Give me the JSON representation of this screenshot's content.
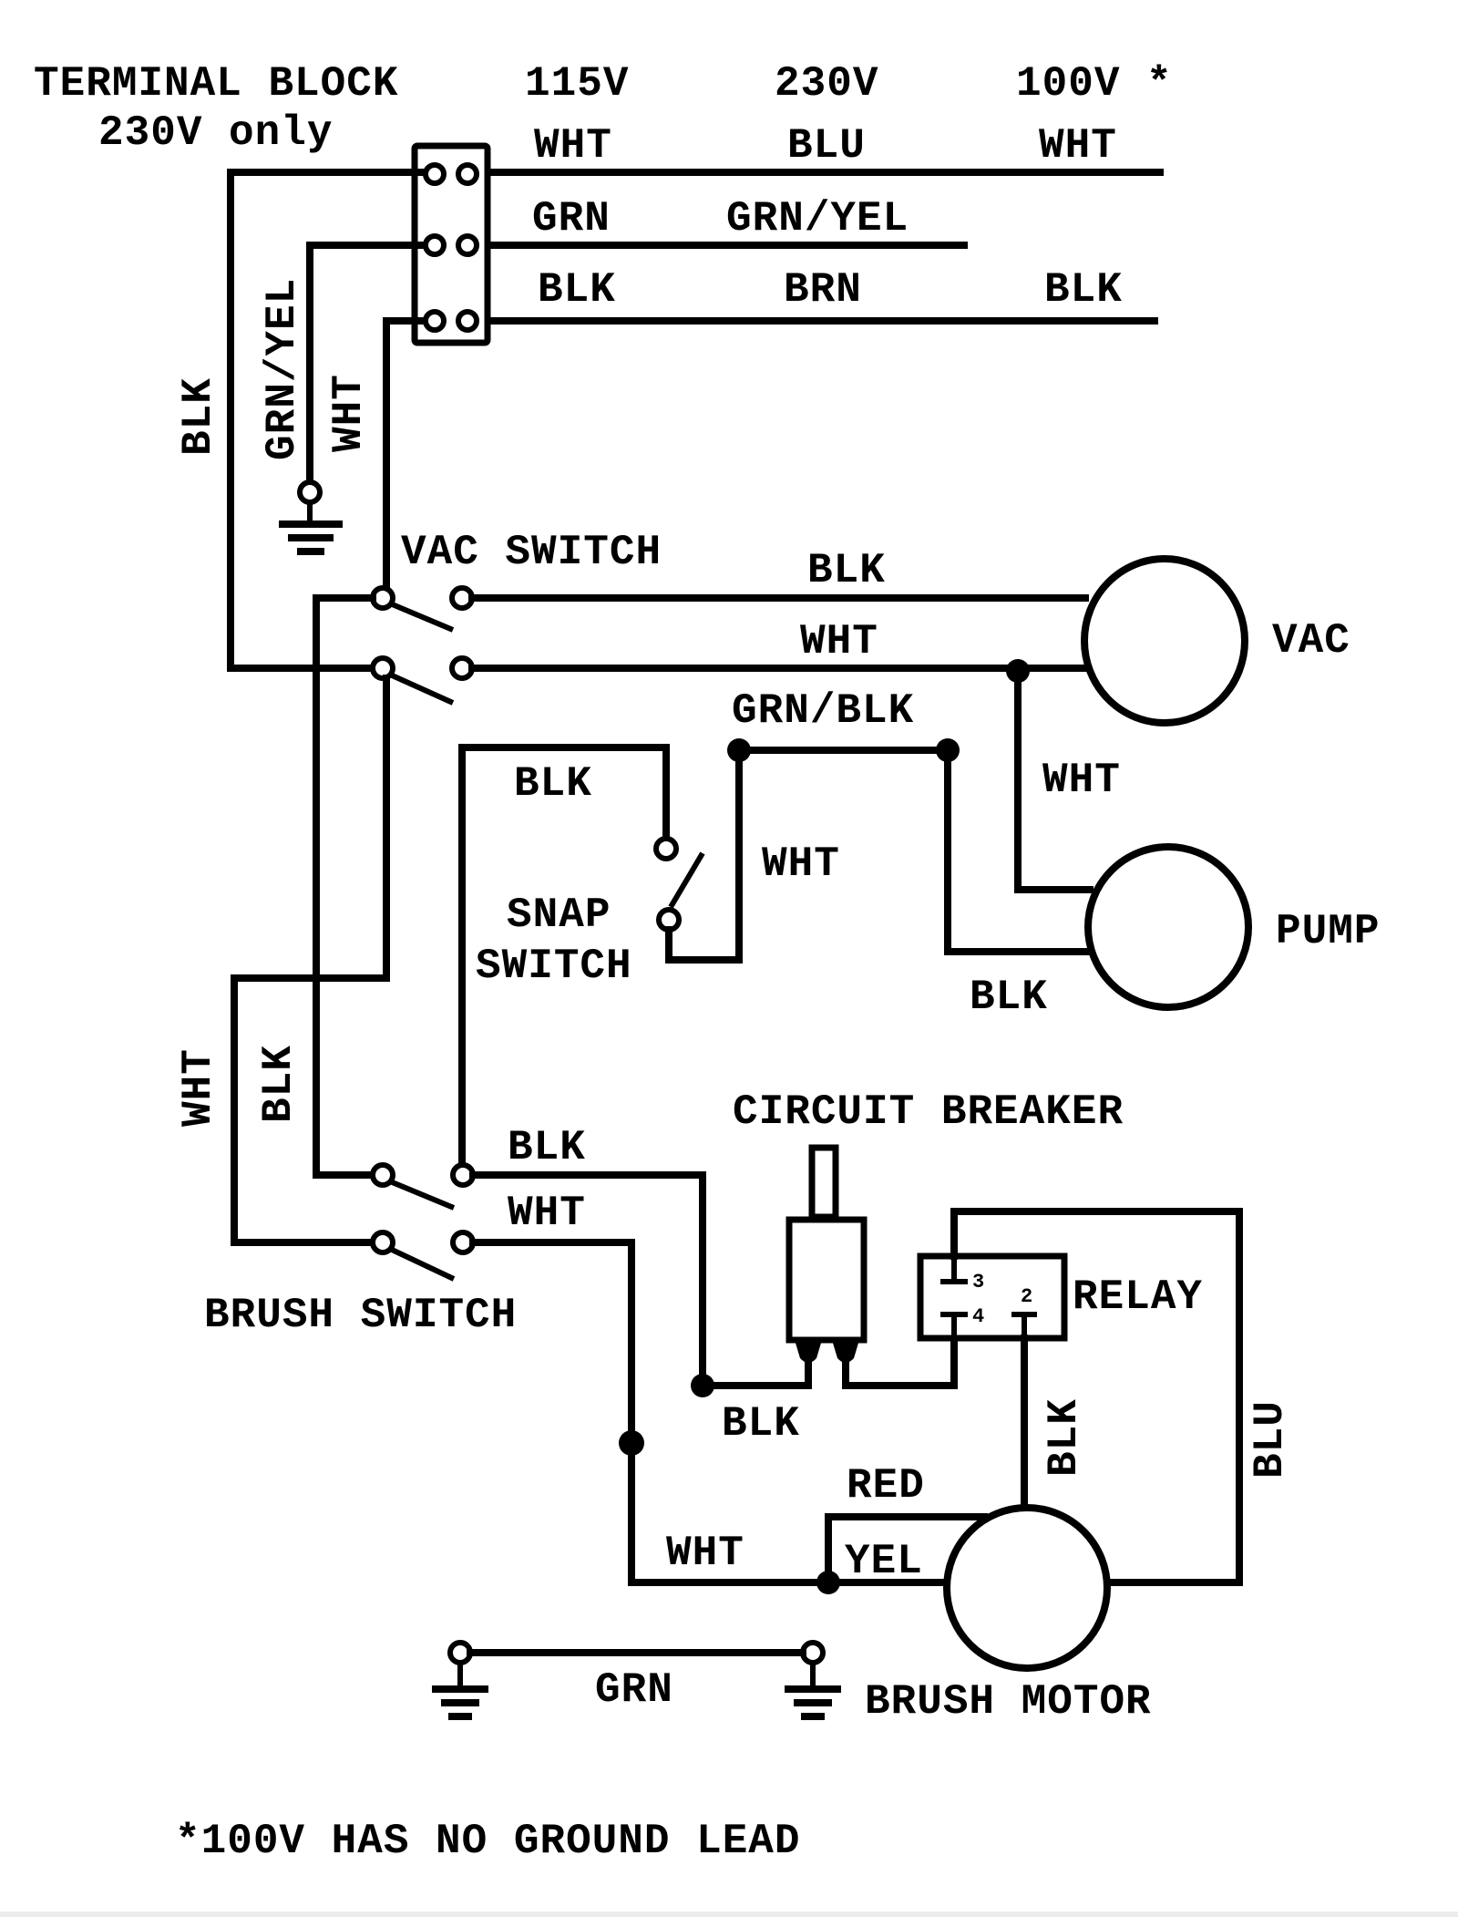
{
  "diagram": {
    "title": "Wiring diagram",
    "header": {
      "terminal_block": "TERMINAL BLOCK",
      "terminal_block_note": "230V only",
      "voltages": [
        "115V",
        "230V",
        "100V *"
      ]
    },
    "supply_wires": {
      "line1": [
        "WHT",
        "BLU",
        "WHT"
      ],
      "ground": [
        "GRN",
        "GRN/YEL"
      ],
      "line2": [
        "BLK",
        "BRN",
        "BLK"
      ]
    },
    "terminal_leads": {
      "left_blk": "BLK",
      "ground_lead": "GRN/YEL",
      "wht_lead": "WHT"
    },
    "components": {
      "vac_switch": "VAC SWITCH",
      "vac_motor": "VAC",
      "pump": "PUMP",
      "snap_switch_line1": "SNAP",
      "snap_switch_line2": "SWITCH",
      "circuit_breaker": "CIRCUIT BREAKER",
      "relay": "RELAY",
      "relay_pins": [
        "3",
        "4",
        "2"
      ],
      "brush_switch": "BRUSH SWITCH",
      "brush_motor": "BRUSH MOTOR"
    },
    "wire_labels": {
      "vac_blk": "BLK",
      "vac_wht": "WHT",
      "grn_blk": "GRN/BLK",
      "snap_blk": "BLK",
      "snap_wht": "WHT",
      "pump_wht": "WHT",
      "pump_blk": "BLK",
      "left_wht": "WHT",
      "left_blk": "BLK",
      "brush_blk": "BLK",
      "brush_wht": "WHT",
      "cb_blk": "BLK",
      "relay_blk": "BLK",
      "relay_blu": "BLU",
      "motor_red": "RED",
      "motor_wht": "WHT",
      "motor_yel": "YEL",
      "ground_grn": "GRN"
    },
    "footnote": "*100V HAS NO GROUND LEAD"
  }
}
